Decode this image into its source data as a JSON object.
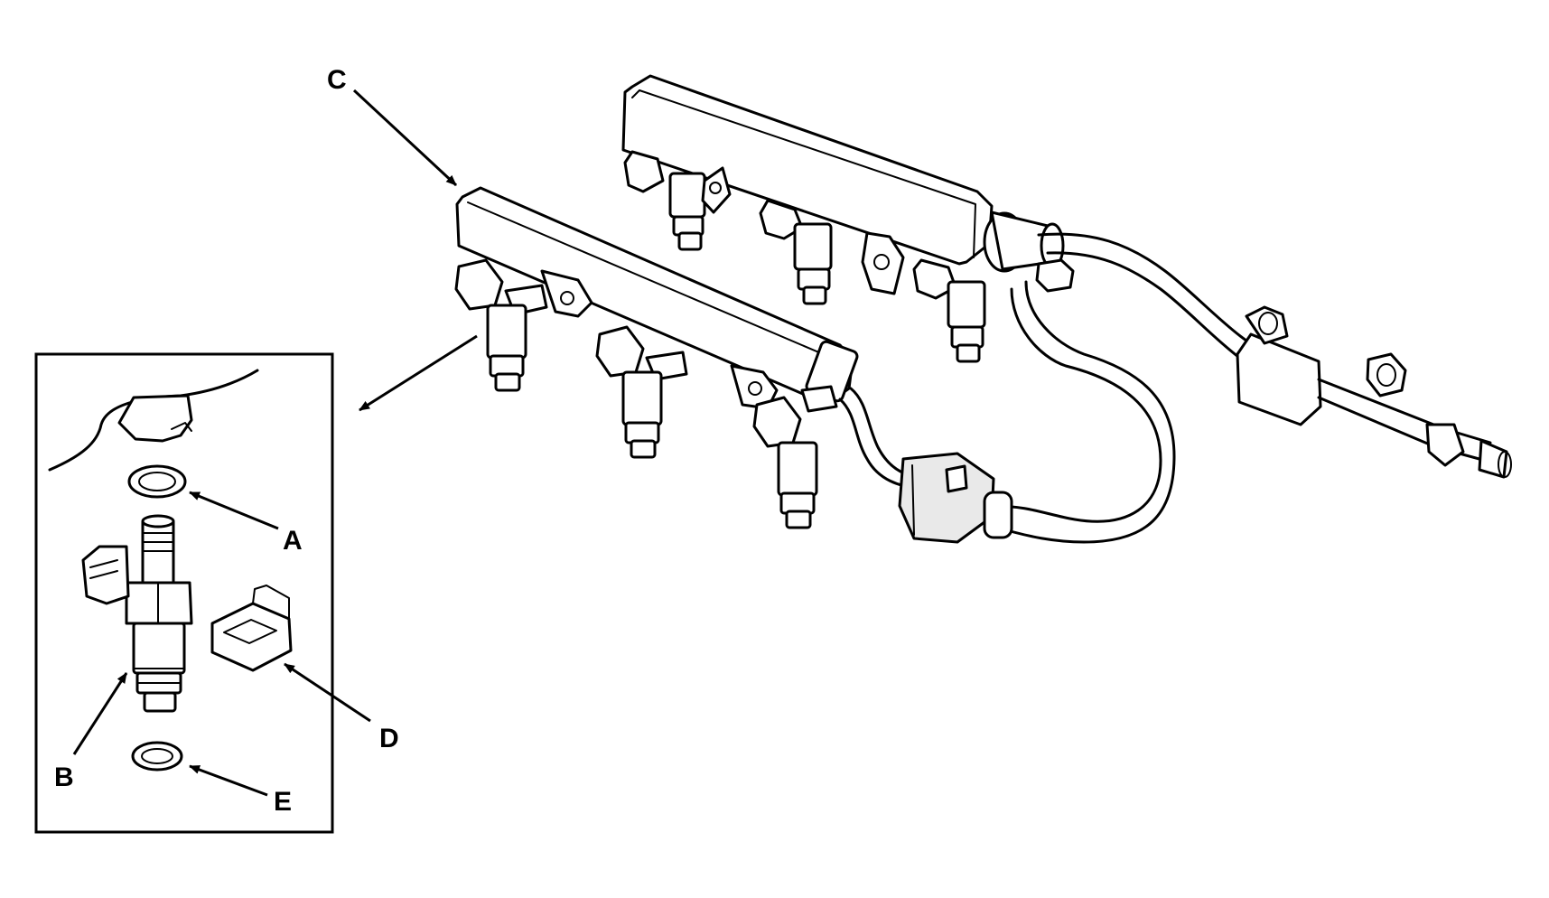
{
  "callouts": {
    "A": "A",
    "B": "B",
    "C": "C",
    "D": "D",
    "E": "E"
  }
}
